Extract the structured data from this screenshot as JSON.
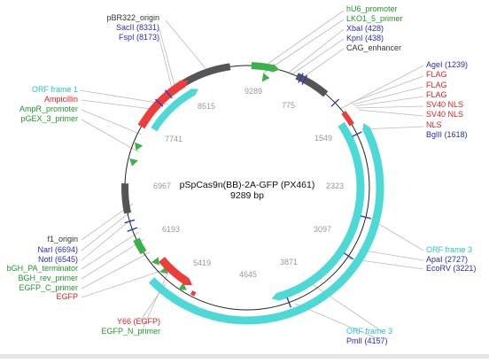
{
  "plasmid": {
    "name": "pSpCas9n(BB)-2A-GFP (PX461)",
    "length_text": "9289 bp",
    "length": 9289
  },
  "tick_labels": [
    "9289",
    "775",
    "1549",
    "2323",
    "3097",
    "3871",
    "4645",
    "5419",
    "6193",
    "6967",
    "7741",
    "8515"
  ],
  "colors": {
    "backbone": "#222222",
    "orf": "#4dd9d5",
    "feature_red": "#ee3b3b",
    "feature_green": "#3cb04a",
    "feature_gray": "#555555",
    "site_blue": "#2d3dbf",
    "leader": "#bbbbbb",
    "label_blue": "#2b2bb8",
    "label_red": "#e02020",
    "label_green": "#1f9a2a",
    "label_cyan": "#26c6c6",
    "label_dark": "#333333"
  },
  "labels": {
    "pBR322_origin": "pBR322_origin",
    "SacII": "SacII (8331)",
    "FspI": "FspI (8173)",
    "hU6": "hU6_promoter",
    "LKO1": "LKO1_5_primer",
    "XbaI": "XbaI (428)",
    "KpnI": "KpnI (438)",
    "CAG": "CAG_enhancer",
    "AgeI": "AgeI (1239)",
    "FLAG1": "FLAG",
    "FLAG2": "FLAG",
    "FLAG3": "FLAG",
    "SV40a": "SV40 NLS",
    "SV40b": "SV40 NLS",
    "NLS": "NLS",
    "BglII": "BglII (1618)",
    "ORF1": "ORF frame 1",
    "Amp": "Ampicillin",
    "AmpR": "AmpR_promoter",
    "pGEX": "pGEX_3_primer",
    "f1": "f1_origin",
    "NarI": "NarI (6694)",
    "NotI": "NotI (6545)",
    "bGH": "bGH_PA_terminator",
    "BGHrev": "BGH_rev_primer",
    "EGFPC": "EGFP_C_primer",
    "EGFP": "EGFP",
    "Y66": "Y66 (EGFP)",
    "EGFPN": "EGFP_N_primer",
    "ORF3a": "ORF frame 3",
    "ApaI": "ApaI (2727)",
    "EcoRV": "EcoRV (3221)",
    "ORF3b": "ORF frame 3",
    "PmlI": "PmlI (4157)"
  }
}
